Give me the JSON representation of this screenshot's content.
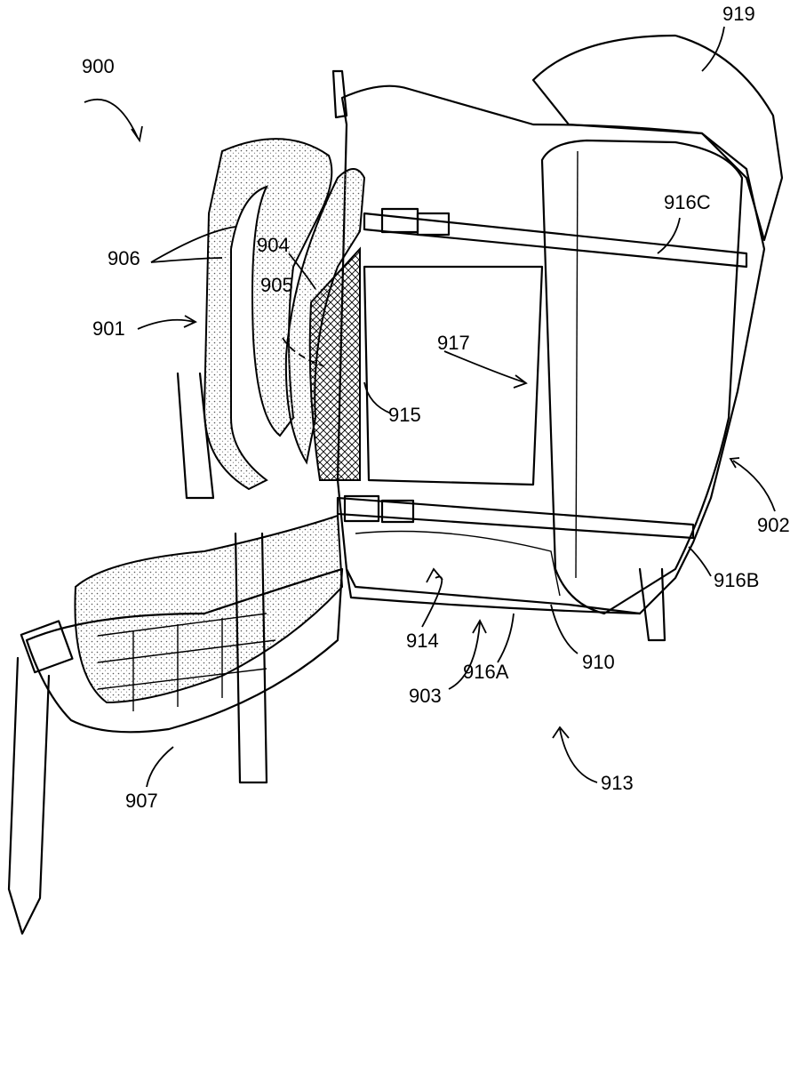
{
  "figure": {
    "reference_numerals": {
      "r900": "900",
      "r919": "919",
      "r916C": "916C",
      "r906": "906",
      "r904": "904",
      "r905": "905",
      "r917": "917",
      "r901": "901",
      "r915": "915",
      "r902": "902",
      "r916B": "916B",
      "r914": "914",
      "r910": "910",
      "r916A": "916A",
      "r903": "903",
      "r913": "913",
      "r907": "907"
    }
  },
  "colors": {
    "ink": "#000000",
    "background": "#ffffff"
  }
}
